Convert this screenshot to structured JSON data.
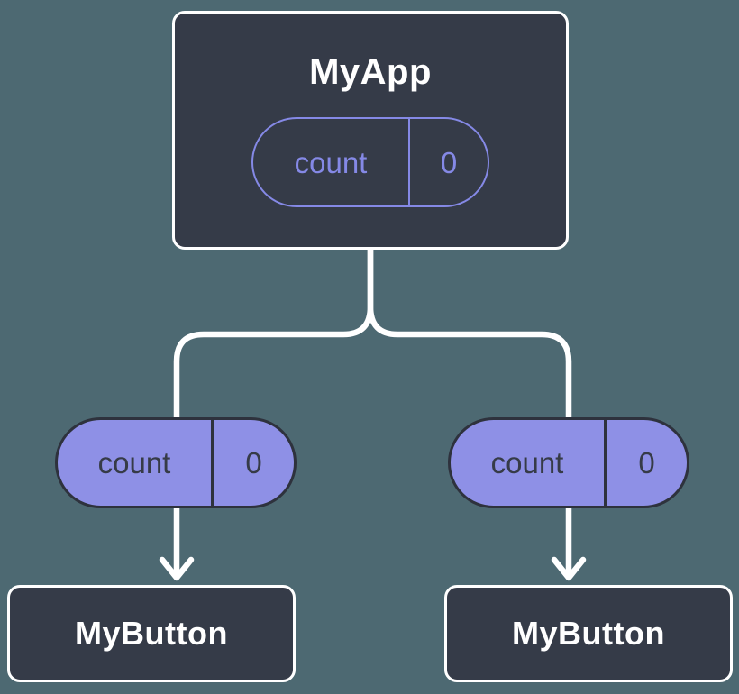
{
  "diagram": {
    "type": "component-tree",
    "root": {
      "title": "MyApp",
      "prop_name": "count",
      "prop_value": "0"
    },
    "edges": [
      {
        "prop_name": "count",
        "prop_value": "0"
      },
      {
        "prop_name": "count",
        "prop_value": "0"
      }
    ],
    "children": [
      {
        "title": "MyButton"
      },
      {
        "title": "MyButton"
      }
    ],
    "colors": {
      "background": "#4D6972",
      "node_fill": "#353B48",
      "node_border": "#FFFFFF",
      "connector": "#FFFFFF",
      "prop_pill_fill": "#8E90E6",
      "prop_pill_outline": "#8589E6",
      "prop_pill_dark_text": "#363B47",
      "prop_pill_dark_border": "#2E323D"
    }
  }
}
